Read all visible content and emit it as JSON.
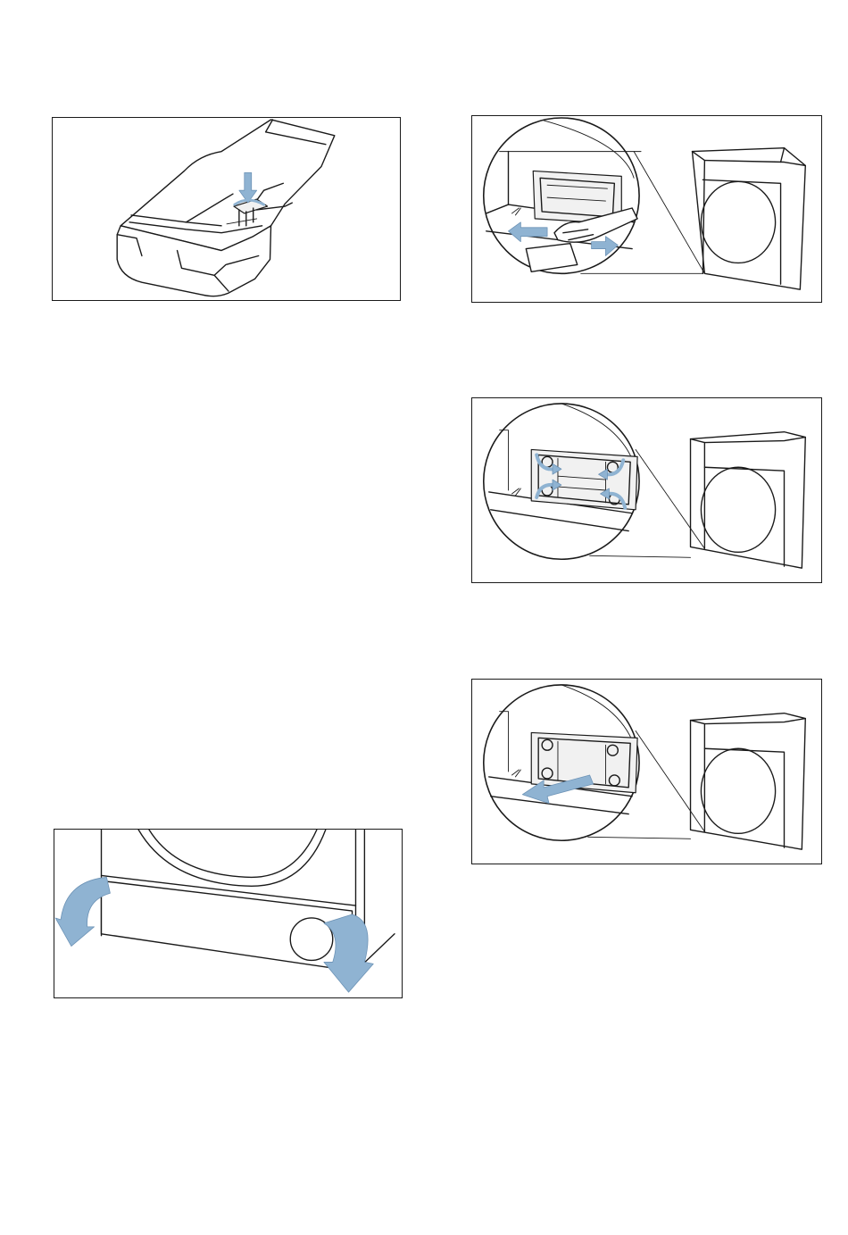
{
  "figures": [
    {
      "id": "water-container-release",
      "icon": "water-container-drawer-illustration",
      "arrow_color": "#8fb3d2"
    },
    {
      "id": "maintenance-flap-pull-out",
      "icon": "maintenance-flap-magnified-illustration",
      "arrow_color": "#8fb3d2"
    },
    {
      "id": "filter-cover-release",
      "icon": "filter-cover-levers-illustration",
      "arrow_color": "#8fb3d2"
    },
    {
      "id": "filter-cover-remove",
      "icon": "filter-cover-pull-illustration",
      "arrow_color": "#8fb3d2"
    },
    {
      "id": "base-panel-fold-down",
      "icon": "base-panel-fold-illustration",
      "arrow_color": "#8fb3d2"
    }
  ]
}
